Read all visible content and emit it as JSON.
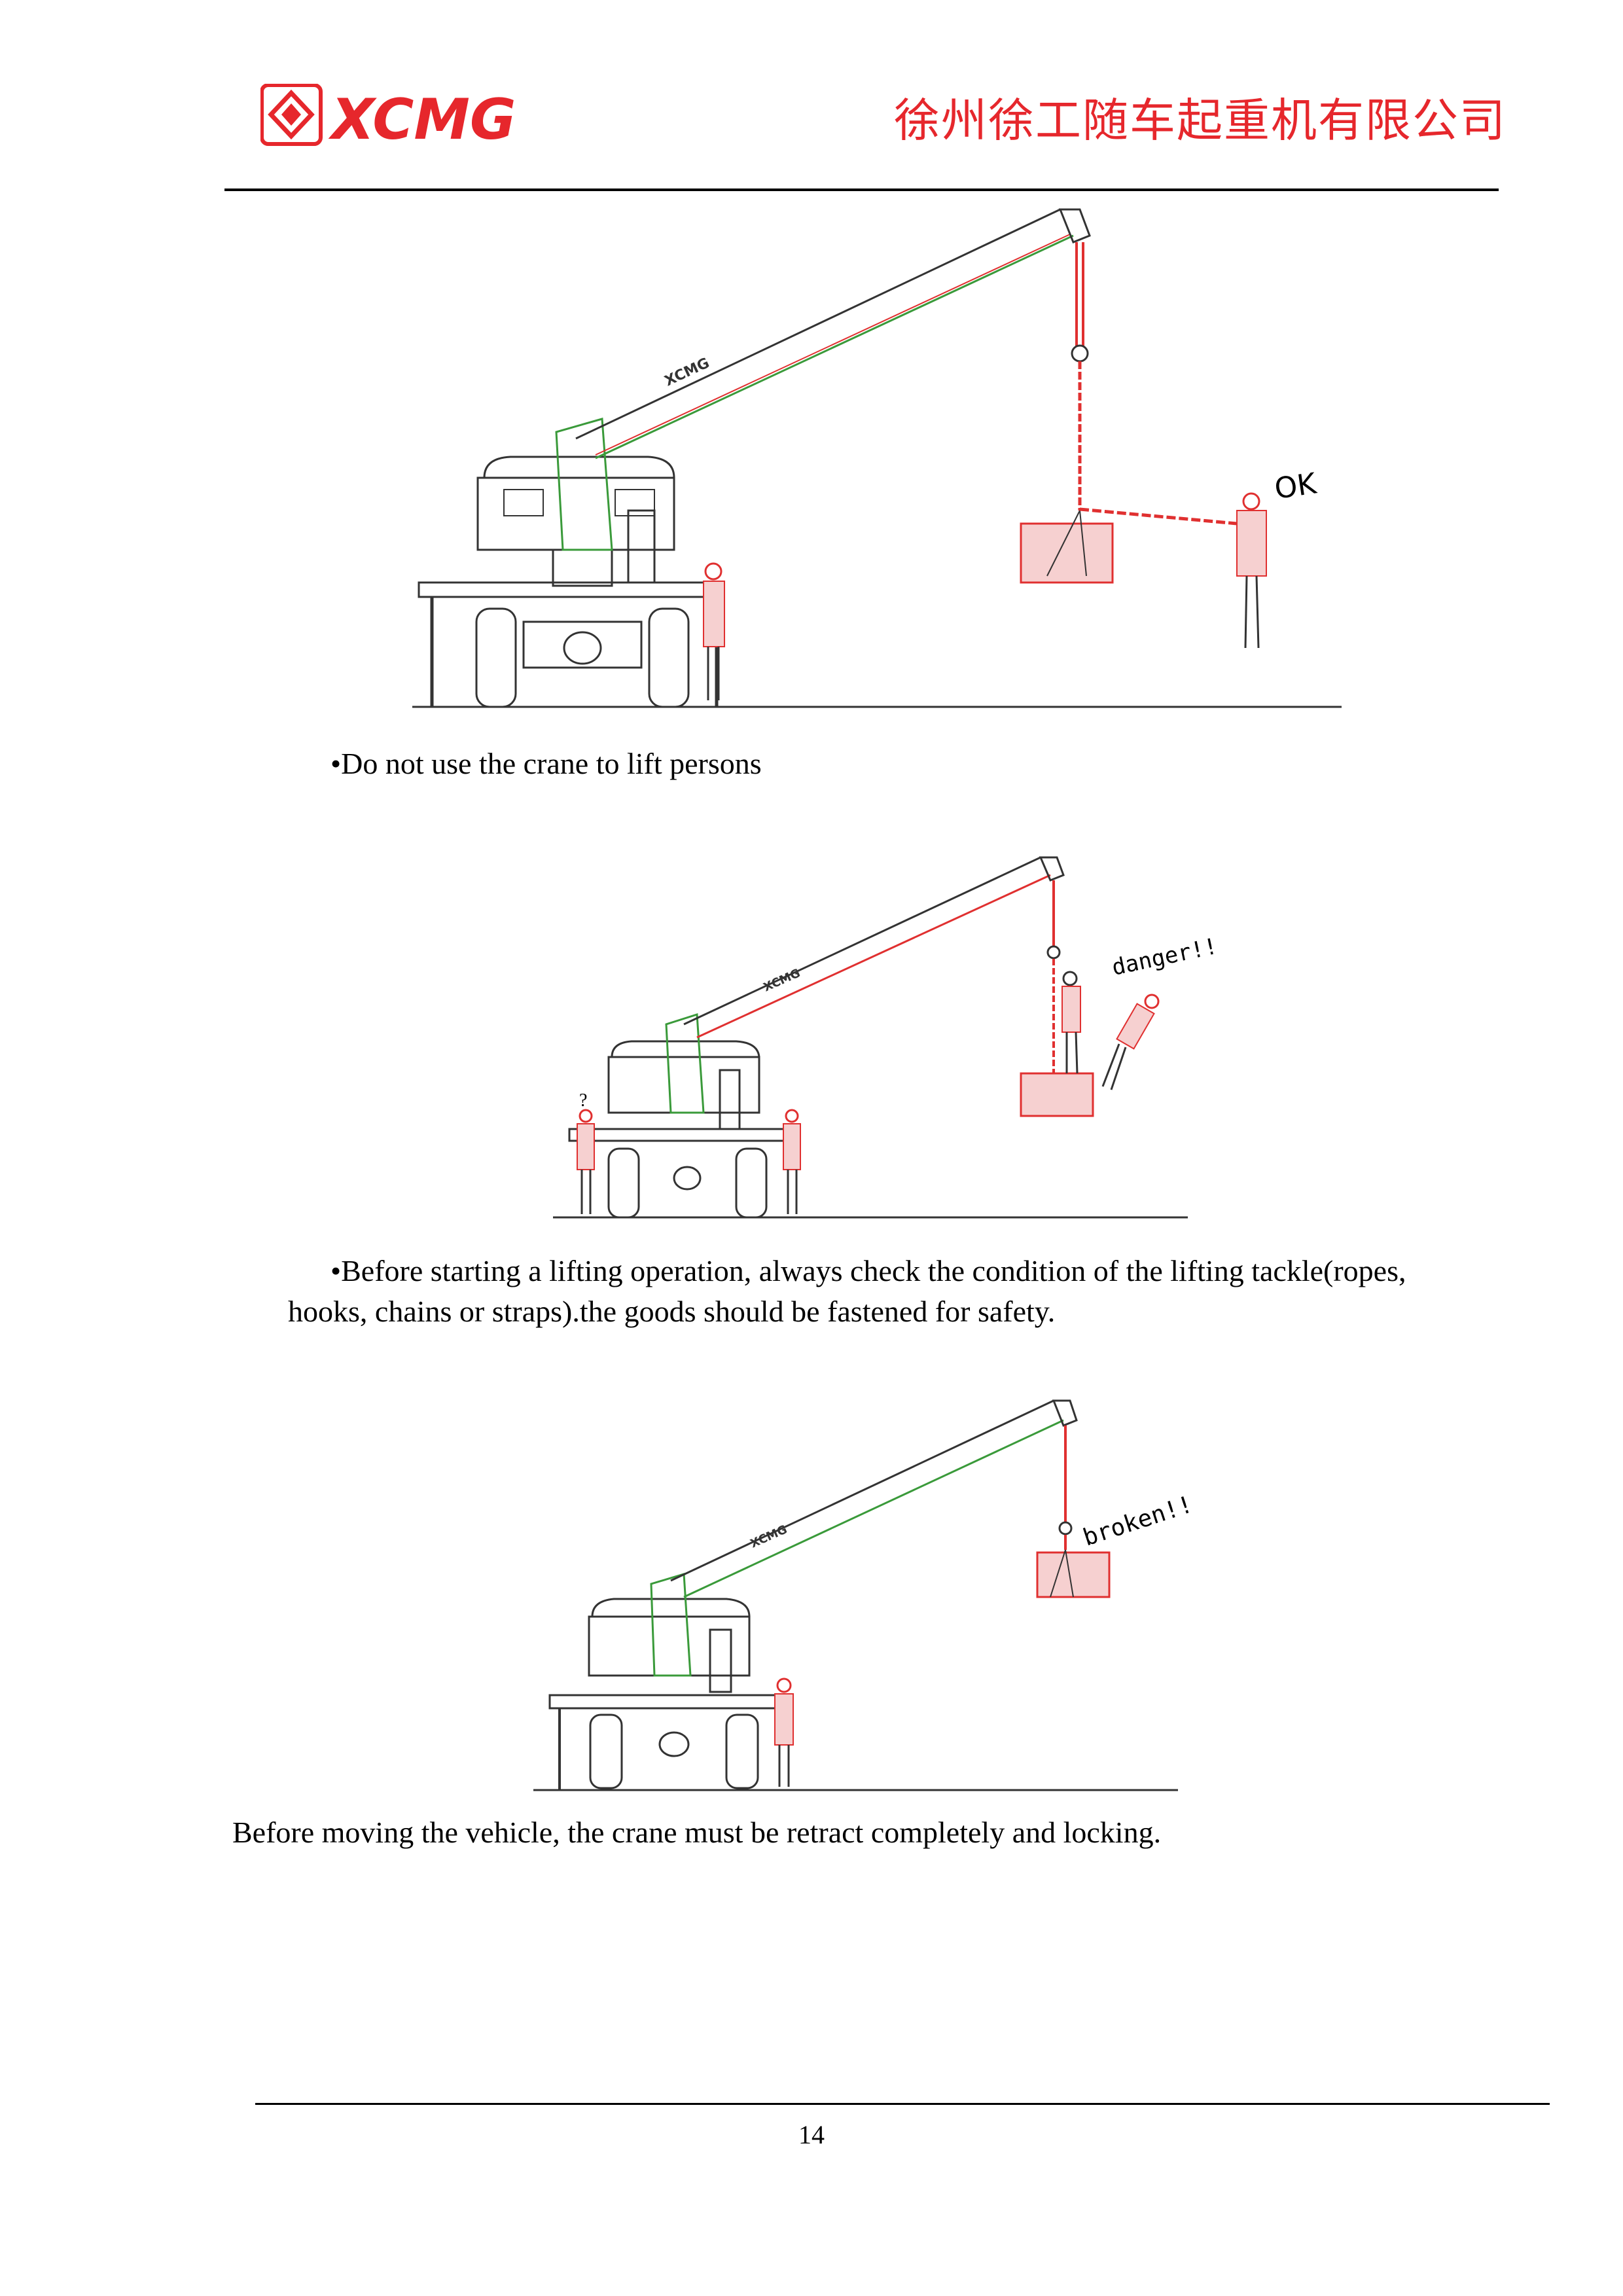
{
  "header": {
    "brand": "XCMG",
    "company": "徐州徐工随车起重机有限公司"
  },
  "figures": [
    {
      "label": "OK"
    },
    {
      "label": "danger!!",
      "mark": "?"
    },
    {
      "label": "broken!!"
    }
  ],
  "captions": [
    "•Do not use the crane to lift persons",
    "•Before starting a lifting operation, always check the condition of the lifting tackle(ropes,",
    "hooks, chains or straps).the goods should be fastened for safety.",
    "Before moving the vehicle, the crane must be retract completely and locking."
  ],
  "footer": {
    "page_number": "14"
  },
  "colors": {
    "brand_red": "#e6272c",
    "boom_green": "#3a9a3a",
    "rigging_red": "#e03030"
  }
}
